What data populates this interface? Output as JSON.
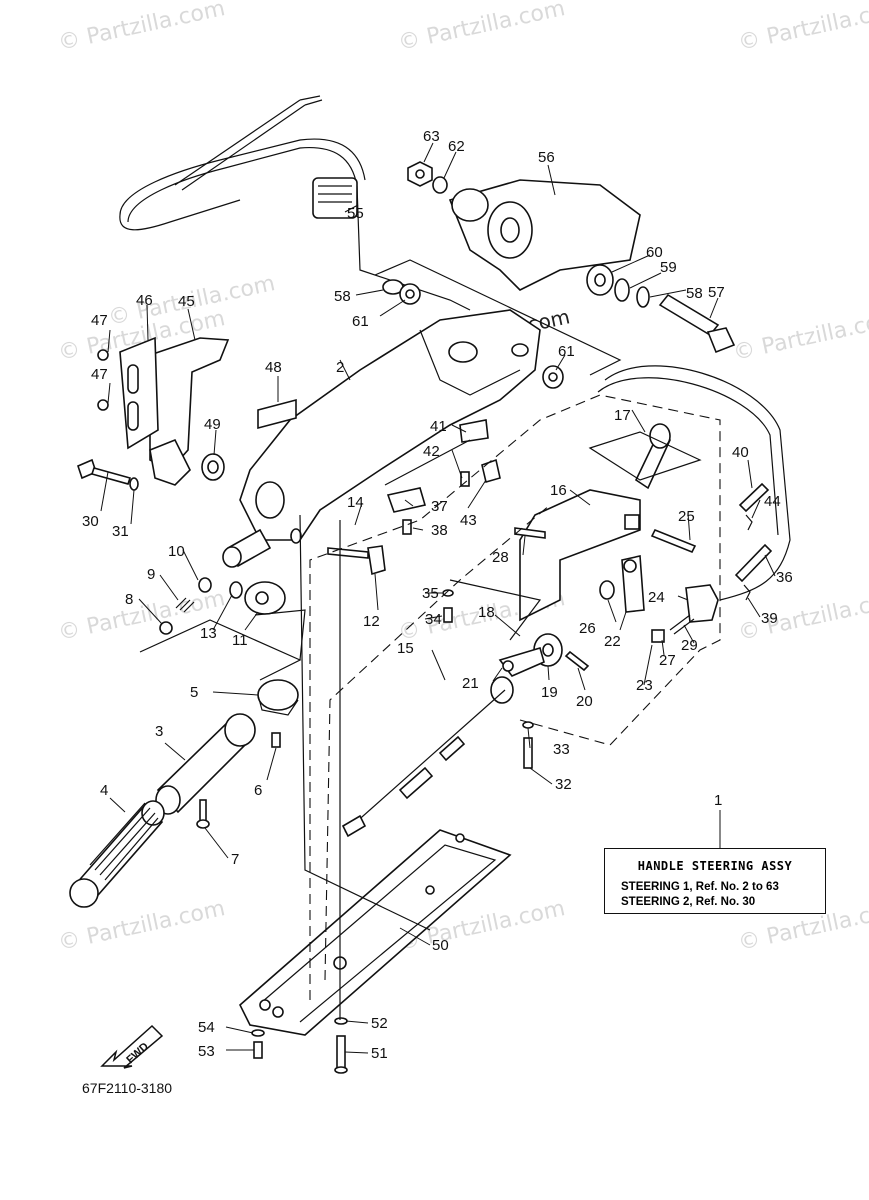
{
  "watermark": "© Partzilla.com",
  "box": {
    "title": "HANDLE STEERING ASSY",
    "line1": "STEERING 1, Ref. No. 2 to 63",
    "line2": "STEERING 2, Ref. No. 30"
  },
  "ref_code": "67F2110-3180",
  "fwd_label": "FWD",
  "callouts": [
    "1",
    "2",
    "3",
    "4",
    "5",
    "6",
    "7",
    "8",
    "9",
    "10",
    "11",
    "12",
    "13",
    "14",
    "15",
    "16",
    "17",
    "18",
    "19",
    "20",
    "21",
    "22",
    "23",
    "24",
    "25",
    "26",
    "27",
    "28",
    "29",
    "30",
    "31",
    "32",
    "33",
    "34",
    "35",
    "36",
    "37",
    "38",
    "39",
    "40",
    "41",
    "42",
    "43",
    "44",
    "45",
    "46",
    "47",
    "47",
    "48",
    "49",
    "50",
    "51",
    "52",
    "53",
    "54",
    "55",
    "56",
    "57",
    "58",
    "58",
    "59",
    "60",
    "61",
    "61",
    "62",
    "63"
  ]
}
